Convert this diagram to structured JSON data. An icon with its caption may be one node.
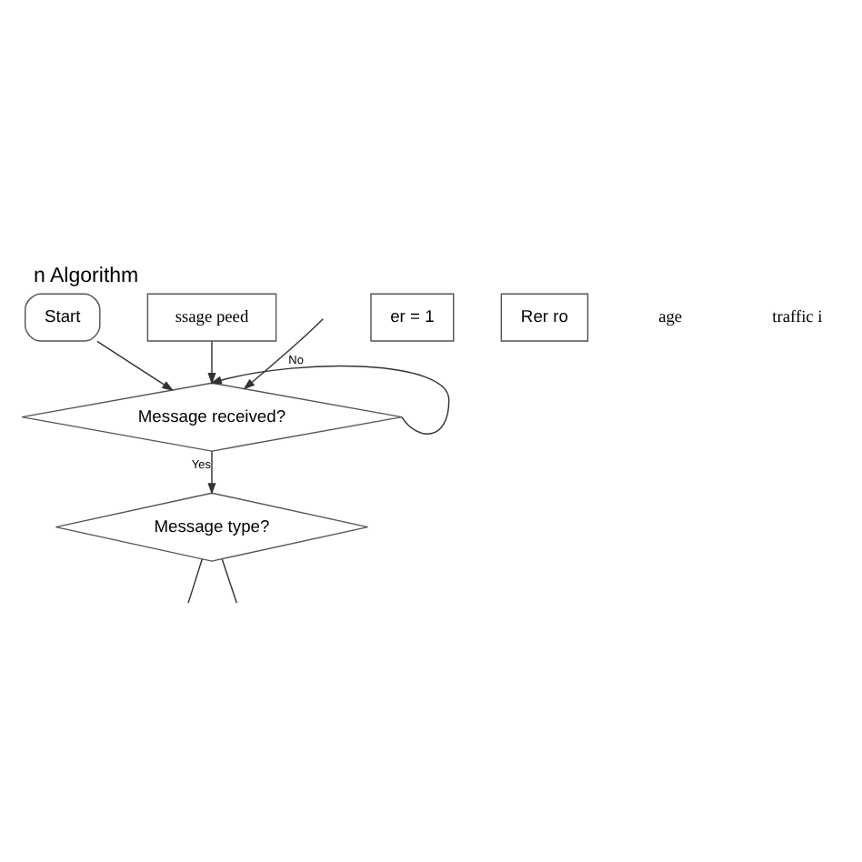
{
  "diagram": {
    "title": "n Algorithm",
    "nodes": [
      {
        "text": [
          "Start"
        ]
      },
      {
        "text": [
          "ssage peed"
        ]
      },
      {
        "text": [
          "er = 1"
        ]
      },
      {
        "text": [
          "Message received?"
        ]
      },
      {
        "text": [
          "Message type?"
        ]
      },
      {
        "text": [
          "Rer ro"
        ]
      }
    ],
    "edges": [
      {
        "from": 0,
        "to": 3,
        "arrow": "to"
      },
      {
        "from": 1,
        "to": 3,
        "arrow": "to"
      },
      {
        "from": 3,
        "to": 3,
        "label": "No",
        "arrow": "to"
      },
      {
        "from": null,
        "to": 3,
        "arrow": "to"
      },
      {
        "from": 3,
        "to": 4,
        "label": "Yes",
        "arrow": "to"
      },
      {
        "from": 4,
        "to": null,
        "arrow": "none"
      },
      {
        "from": 4,
        "to": null,
        "arrow": "none"
      }
    ],
    "labels": [
      "age",
      "traffic i"
    ]
  }
}
